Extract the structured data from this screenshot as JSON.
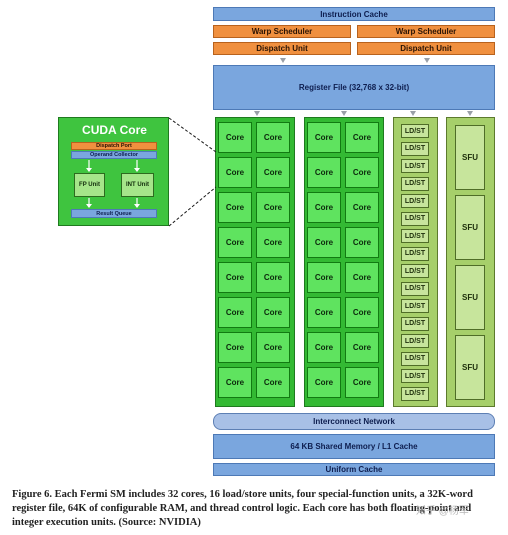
{
  "sm": {
    "instruction_cache": "Instruction Cache",
    "warp_scheduler": "Warp Scheduler",
    "dispatch_unit": "Dispatch Unit",
    "register_file": "Register File (32,768 x 32-bit)",
    "core_label": "Core",
    "ldst_label": "LD/ST",
    "sfu_label": "SFU",
    "interconnect": "Interconnect Network",
    "shared_memory": "64 KB Shared Memory / L1 Cache",
    "uniform_cache": "Uniform Cache"
  },
  "cuda_core": {
    "title": "CUDA Core",
    "dispatch_port": "Dispatch Port",
    "operand_collector": "Operand Collector",
    "fp_unit": "FP Unit",
    "int_unit": "INT Unit",
    "result_queue": "Result Queue"
  },
  "caption": "Figure 6. Each Fermi SM includes 32 cores, 16 load/store units, four special-function units, a 32K-word register file, 64K of configurable RAM, and thread control logic. Each core has both floating-point and integer execution units. (Source: NVIDIA)",
  "watermark": "知乎 @杨军",
  "colors": {
    "blue": "#7aa6de",
    "orange": "#f0903f",
    "green_dark": "#33b933",
    "green_light": "#5fe35f",
    "olive": "#a6cf6a"
  }
}
